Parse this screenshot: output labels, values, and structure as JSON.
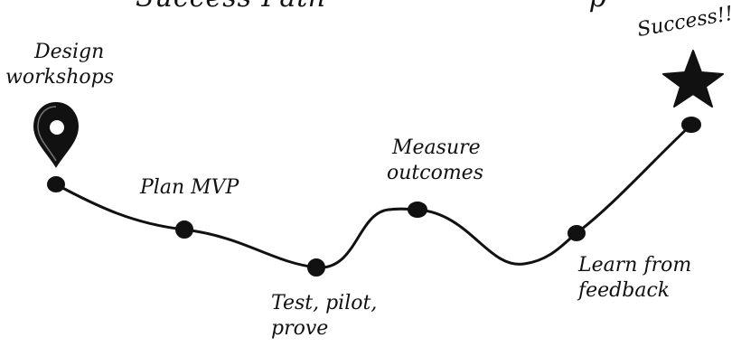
{
  "title_fragment": {
    "left": "Success Path",
    "right": "p"
  },
  "stages": [
    {
      "label_line1": "Design",
      "label_line2": "workshops"
    },
    {
      "label_line1": "Plan MVP",
      "label_line2": ""
    },
    {
      "label_line1": "Test, pilot,",
      "label_line2": "prove"
    },
    {
      "label_line1": "Measure",
      "label_line2": "outcomes"
    },
    {
      "label_line1": "Learn from",
      "label_line2": "feedback"
    }
  ],
  "goal": {
    "label": "Success!!",
    "icon": "star-icon"
  },
  "start_icon": "location-pin-icon",
  "colors": {
    "ink": "#111111",
    "background": "#ffffff"
  }
}
